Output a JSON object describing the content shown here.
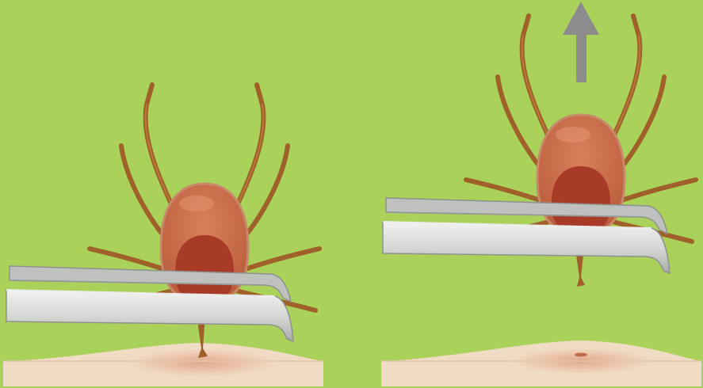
{
  "diagram": {
    "panels": [
      {
        "step": "grasp-tick-close-to-skin",
        "tick_attached": true
      },
      {
        "step": "pull-tick-straight-upward",
        "tick_attached": false,
        "arrow": "up"
      }
    ],
    "colors": {
      "background": "#aad25a",
      "skin": "#f0dcc4",
      "skin_bump": "#e8c0a6",
      "bite": "#d48a6e",
      "tick_body": "#cc6a47",
      "tick_scutum": "#a83a28",
      "tick_legs": "#a0602a",
      "tweezers": "#d7d9d6",
      "tweezers_shadow": "#8f918e",
      "arrow": "#8c8c8c"
    }
  }
}
